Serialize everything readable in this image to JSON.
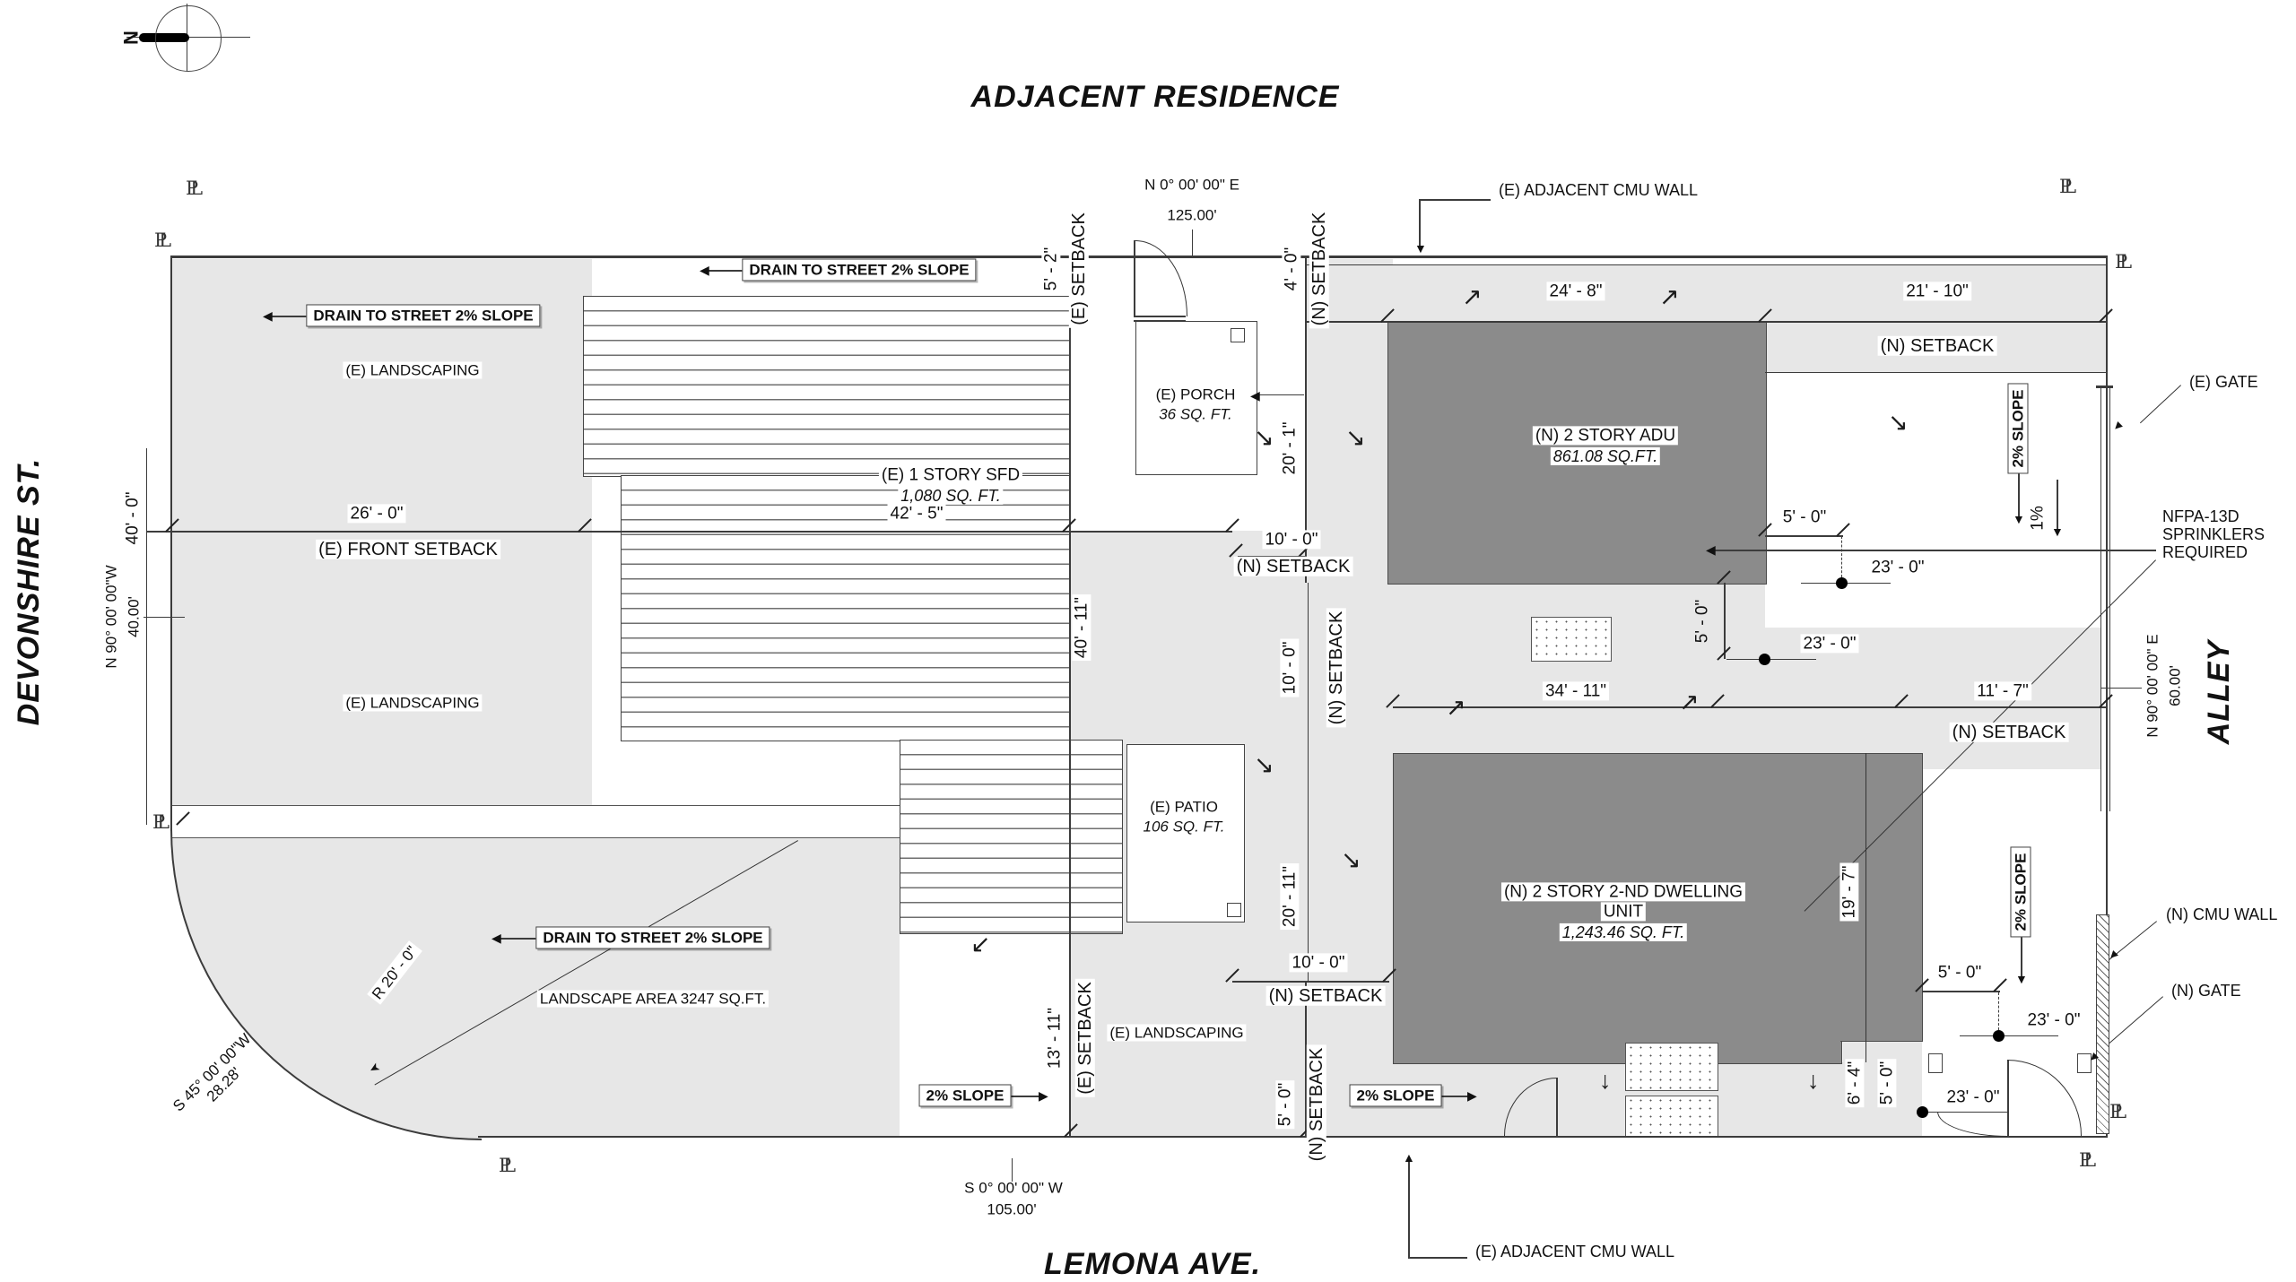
{
  "drawing": {
    "streets": {
      "top": "ADJACENT RESIDENCE",
      "bottom": "LEMONA AVE.",
      "left": "DEVONSHIRE ST.",
      "right": "ALLEY"
    },
    "compass": {
      "north": "N"
    },
    "property_line_symbol": "PL",
    "bearings": {
      "north": {
        "bearing": "N  0° 00' 00\"  E",
        "length": "125.00'"
      },
      "south": {
        "bearing": "S  0° 00' 00\"  W",
        "length": "105.00'"
      },
      "west": {
        "bearing": "N 90° 00' 00\"W",
        "length": "40.00'"
      },
      "east": {
        "bearing": "N 90° 00' 00\" E",
        "length": "60.00'"
      },
      "corner": {
        "bearing": "S 45° 00' 00\"W",
        "length": "28.28'"
      },
      "corner_radius": "R 20' - 0\""
    },
    "buildings": {
      "sfd": {
        "name": "(E) 1 STORY SFD",
        "area": "1,080 SQ. FT."
      },
      "adu": {
        "name": "(N) 2 STORY ADU",
        "area": "861.08 SQ.FT."
      },
      "second_dwelling": {
        "name_line1": "(N) 2 STORY 2-ND DWELLING",
        "name_line2": "UNIT",
        "area": "1,243.46 SQ. FT."
      },
      "porch": {
        "name": "(E) PORCH",
        "area": "36 SQ. FT."
      },
      "patio": {
        "name": "(E) PATIO",
        "area": "106 SQ. FT."
      }
    },
    "areas": {
      "existing_landscaping": "(E) LANDSCAPING",
      "landscape_area": "LANDSCAPE AREA 3247 SQ.FT."
    },
    "setbacks": {
      "front": "(E) FRONT SETBACK",
      "existing": "(E) SETBACK",
      "new": "(N) SETBACK"
    },
    "notes": {
      "drain": "DRAIN TO STREET 2% SLOPE",
      "slope_2pct": "2% SLOPE",
      "slope_1pct": "1%",
      "nfpa_line1": "NFPA-13D",
      "nfpa_line2": "SPRINKLERS",
      "nfpa_line3": "REQUIRED",
      "adjacent_cmu_wall": "(E) ADJACENT  CMU WALL",
      "existing_gate": "(E) GATE",
      "new_gate": "(N) GATE",
      "new_cmu_wall": "(N) CMU WALL"
    },
    "dimensions": {
      "d26_0": "26' - 0\"",
      "d42_5": "42' - 5\"",
      "d40_11": "40' - 11\"",
      "d40_0": "40' - 0\"",
      "d5_2": "5' - 2\"",
      "d4_0": "4' - 0\"",
      "d24_8": "24' - 8\"",
      "d21_10": "21' - 10\"",
      "d20_1": "20' - 1\"",
      "d10_0": "10' - 0\"",
      "d5_0": "5' - 0\"",
      "d23_0": "23' - 0\"",
      "d34_11": "34' - 11\"",
      "d11_7": "11' - 7\"",
      "d20_11": "20' - 11\"",
      "d19_7": "19' - 7\"",
      "d13_11": "13' - 11\"",
      "d6_4": "6' - 4\""
    }
  }
}
